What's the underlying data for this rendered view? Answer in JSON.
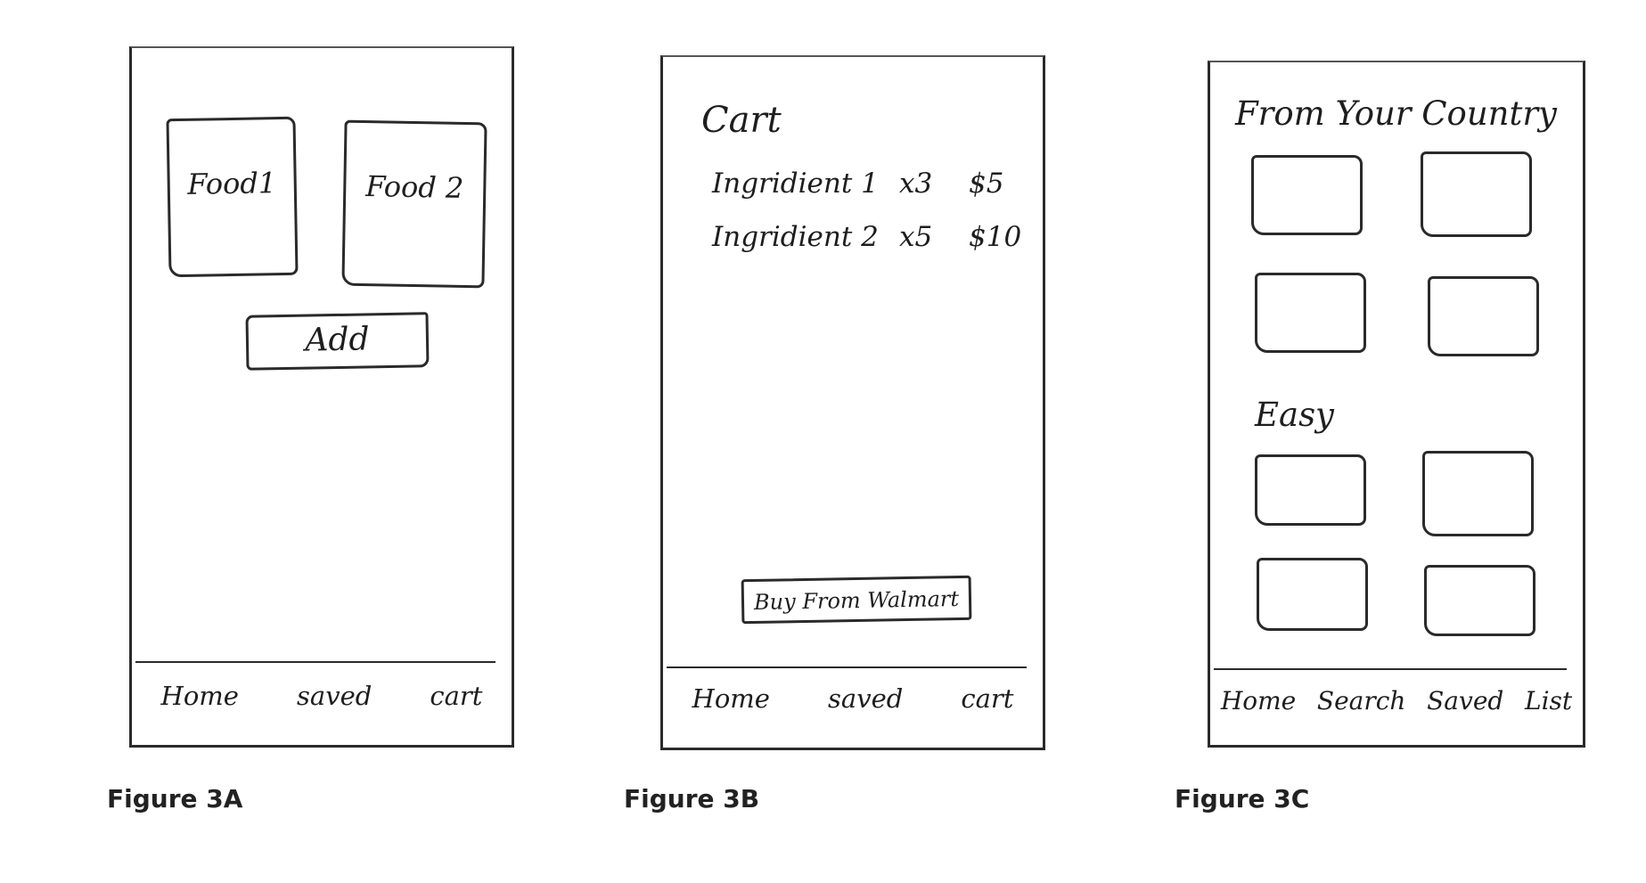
{
  "figures": {
    "a": {
      "caption": "Figure 3A",
      "cards": [
        "Food1",
        "Food 2"
      ],
      "add_button": "Add",
      "nav": [
        "Home",
        "saved",
        "cart"
      ]
    },
    "b": {
      "caption": "Figure 3B",
      "title": "Cart",
      "items": [
        {
          "name": "Ingridient 1",
          "qty": "x3",
          "price": "$5"
        },
        {
          "name": "Ingridient 2",
          "qty": "x5",
          "price": "$10"
        }
      ],
      "buy_button": "Buy From Walmart",
      "nav": [
        "Home",
        "saved",
        "cart"
      ]
    },
    "c": {
      "caption": "Figure 3C",
      "section1": "From Your Country",
      "section2": "Easy",
      "nav": [
        "Home",
        "Search",
        "Saved",
        "List"
      ]
    }
  }
}
